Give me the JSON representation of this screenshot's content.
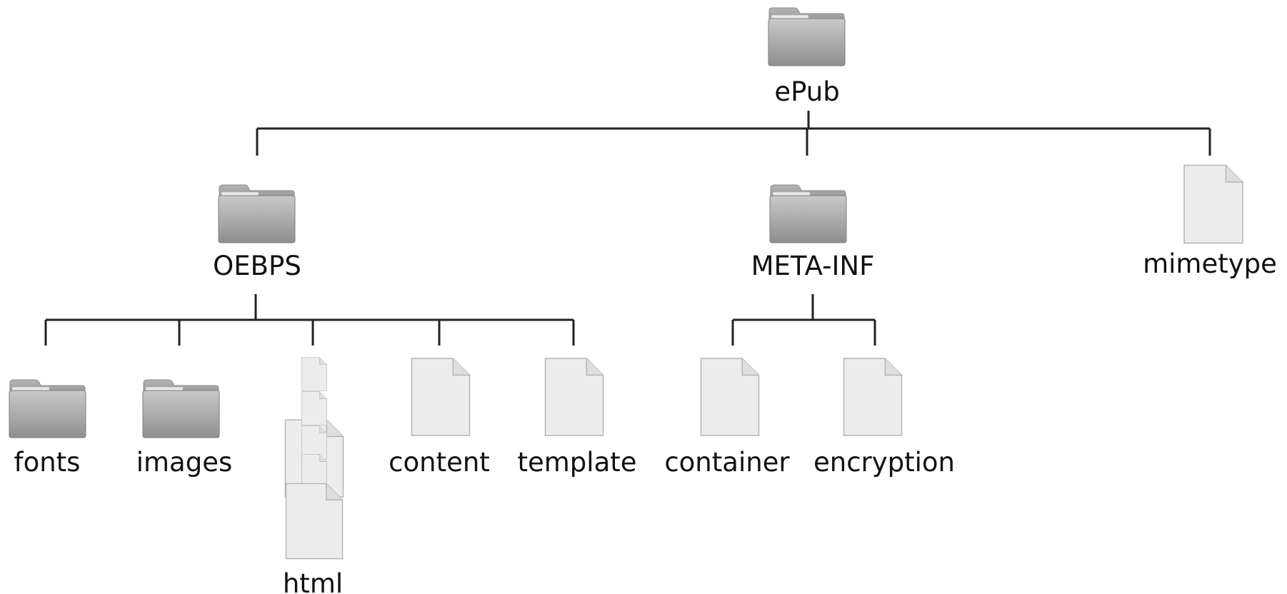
{
  "diagram": {
    "root": {
      "label": "ePub",
      "icon": "folder-icon"
    },
    "level1": [
      {
        "key": "oebps",
        "label": "OEBPS",
        "icon": "folder-icon"
      },
      {
        "key": "meta_inf",
        "label": "META-INF",
        "icon": "folder-icon"
      },
      {
        "key": "mimetype",
        "label": "mimetype",
        "icon": "file-icon"
      }
    ],
    "oebps_children": [
      {
        "key": "fonts",
        "label": "fonts",
        "icon": "folder-icon"
      },
      {
        "key": "images",
        "label": "images",
        "icon": "folder-icon"
      },
      {
        "key": "html",
        "label": "html",
        "icon": "stacked-files-icon"
      },
      {
        "key": "content",
        "label": "content",
        "icon": "file-icon"
      },
      {
        "key": "template",
        "label": "template",
        "icon": "file-icon"
      }
    ],
    "meta_inf_children": [
      {
        "key": "container",
        "label": "container",
        "icon": "file-icon"
      },
      {
        "key": "encryption",
        "label": "encryption",
        "icon": "file-icon"
      }
    ],
    "colors": {
      "line": "#222222",
      "folder": "#a9a9a9",
      "file": "#ececec",
      "label": "#111111"
    }
  }
}
